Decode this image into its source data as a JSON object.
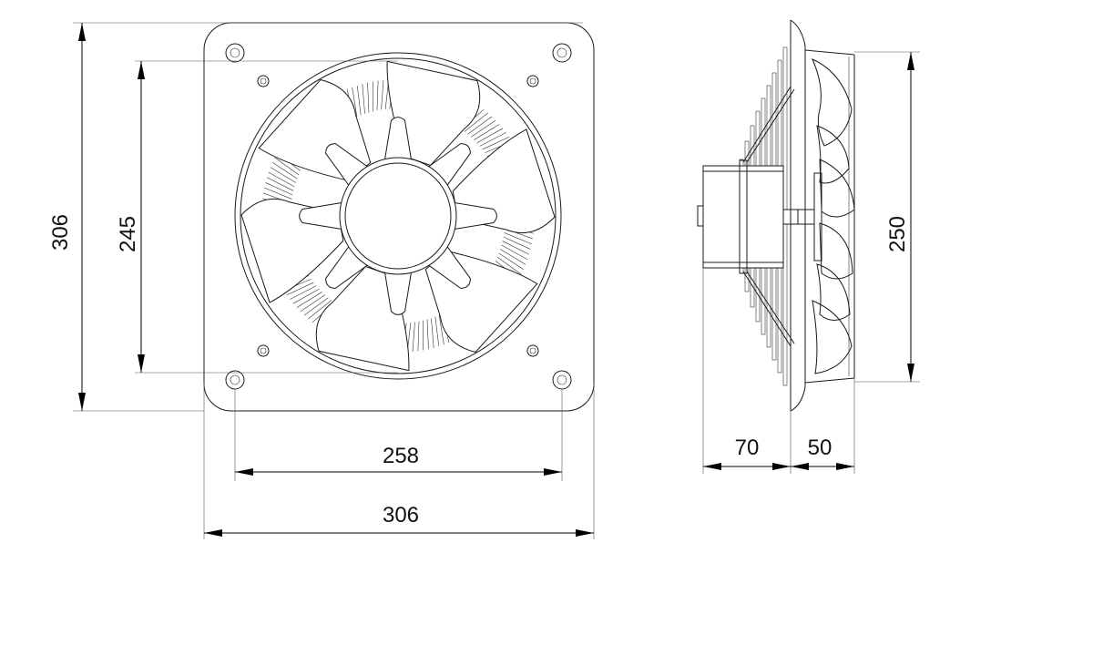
{
  "dimensions": {
    "front_height_overall": "306",
    "front_height_blade": "245",
    "front_width_holes": "258",
    "front_width_overall": "306",
    "side_diameter": "250",
    "side_depth_motor": "70",
    "side_depth_flange": "50"
  },
  "colors": {
    "line": "#1a1a1a",
    "background": "#ffffff"
  }
}
